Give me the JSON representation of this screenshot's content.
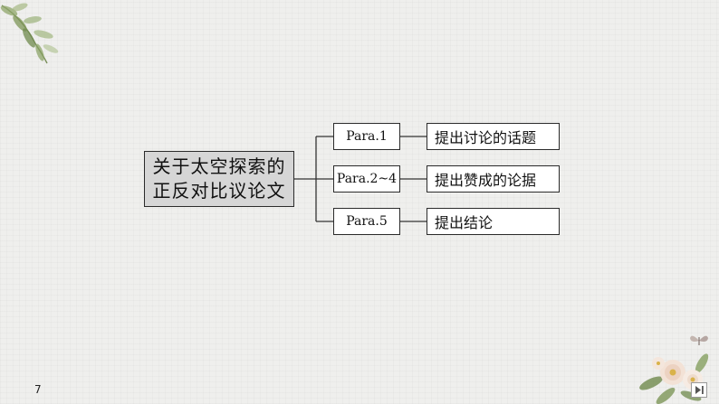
{
  "main_topic": {
    "line1": "关于太空探索的",
    "line2": "正反对比议论文"
  },
  "branches": [
    {
      "para": "Para.1",
      "desc": "提出讨论的话题"
    },
    {
      "para": "Para.2~4",
      "desc": "提出赞成的论据"
    },
    {
      "para": "Para.5",
      "desc": "提出结论"
    }
  ],
  "page_number": "7",
  "decoration": {
    "top_left": "leaf-branch-icon",
    "bottom_right": "flower-bouquet-icon",
    "butterfly": "butterfly-icon",
    "nav": "next-slide-icon"
  },
  "colors": {
    "topic_fill": "#d6d6d6",
    "box_border": "#2b2b2b",
    "background": "#efefed"
  }
}
